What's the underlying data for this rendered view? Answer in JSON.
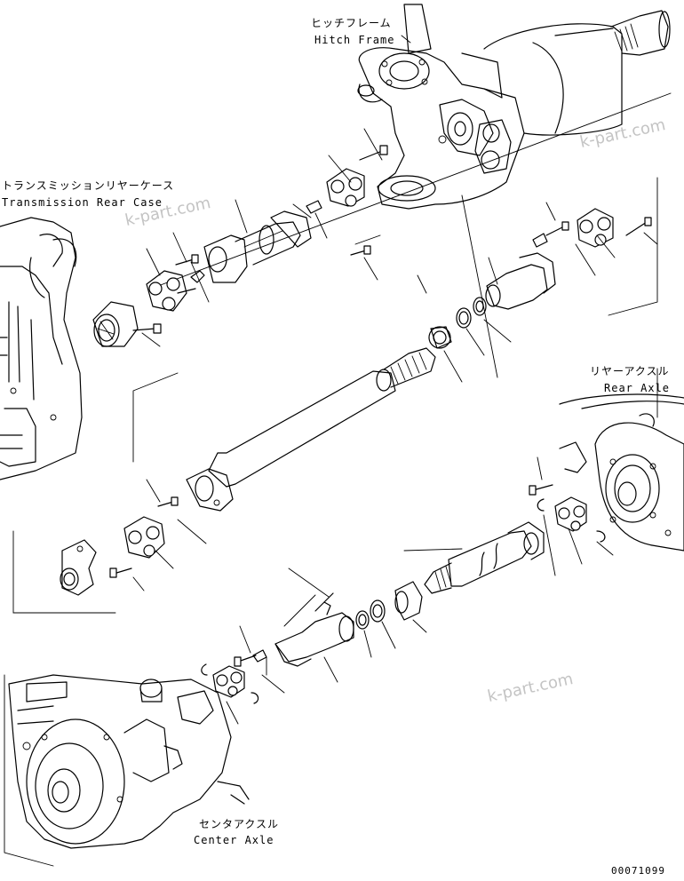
{
  "labels": {
    "hitch_frame_jp": "ヒッチフレーム",
    "hitch_frame_en": "Hitch Frame",
    "transmission_rear_case_jp": "トランスミッションリヤーケース",
    "transmission_rear_case_en": "Transmission Rear Case",
    "rear_axle_jp": "リヤーアクスル",
    "rear_axle_en": "Rear Axle",
    "center_axle_jp": "センタアクスル",
    "center_axle_en": "Center Axle"
  },
  "watermark": {
    "text": "k-part.com",
    "color": "#c4c4c4"
  },
  "drawing_number": "00071099",
  "colors": {
    "ink": "#000000",
    "paper": "#ffffff"
  }
}
